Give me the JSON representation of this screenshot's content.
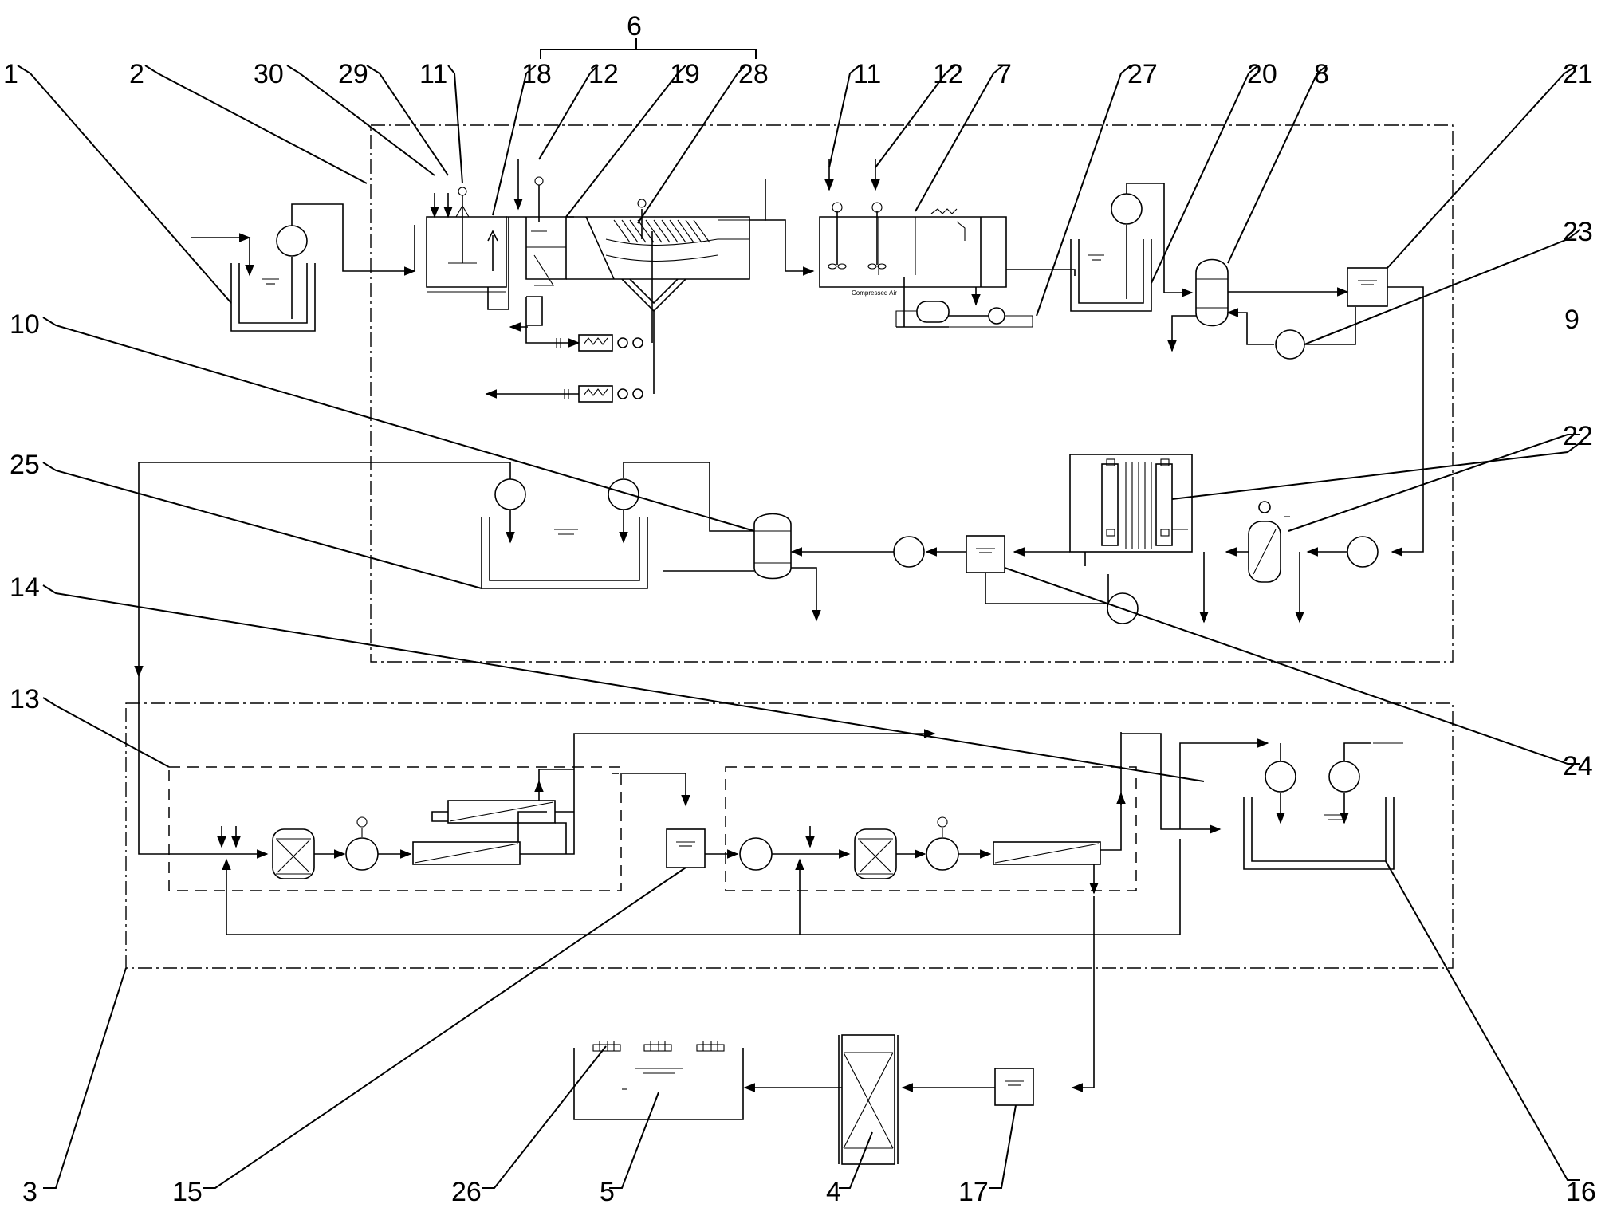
{
  "labels": {
    "n1": "1",
    "n2": "2",
    "n3": "3",
    "n4": "4",
    "n5": "5",
    "n6": "6",
    "n7": "7",
    "n8": "8",
    "n9": "9",
    "n10": "10",
    "n11": "11",
    "n11b": "11",
    "n12": "12",
    "n12b": "12",
    "n13": "13",
    "n14": "14",
    "n15": "15",
    "n16": "16",
    "n17": "17",
    "n18": "18",
    "n19": "19",
    "n20": "20",
    "n21": "21",
    "n22": "22",
    "n23": "23",
    "n24": "24",
    "n25": "25",
    "n26": "26",
    "n27": "27",
    "n28": "28",
    "n29": "29",
    "n30": "30"
  },
  "annotations": {
    "compressed_air": "Compressed Air"
  }
}
